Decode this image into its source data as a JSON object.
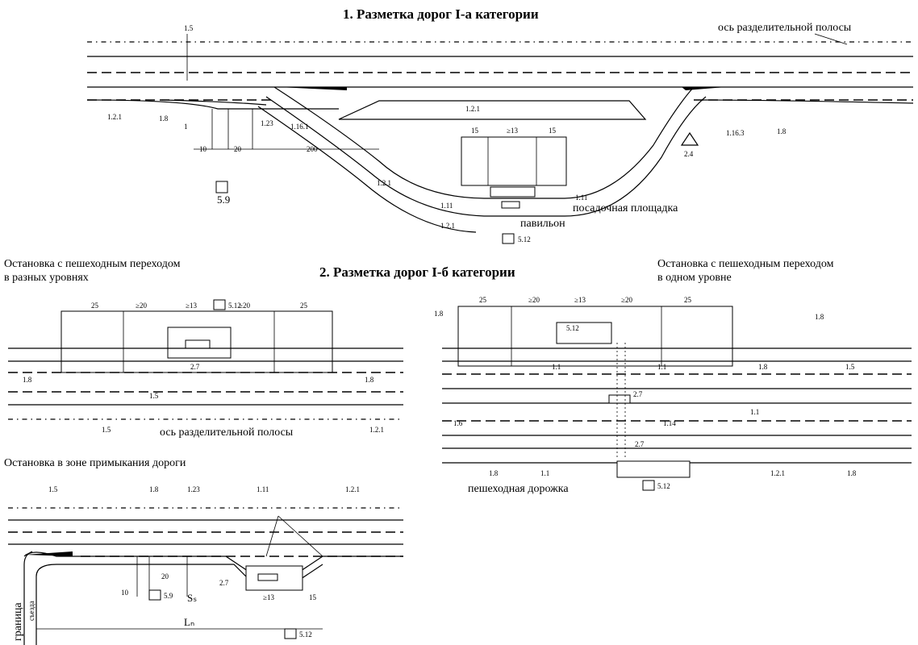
{
  "titles": {
    "main1": "1. Разметка дорог I-а категории",
    "main2": "2. Разметка дорог I-б категории",
    "sub_left": [
      "Остановка с пешеходным переходом",
      "в разных уровнях"
    ],
    "sub_right": [
      "Остановка с пешеходным переходом",
      "в одном уровне"
    ],
    "sub_bottom": "Остановка в зоне примыкания дороги"
  },
  "captions": {
    "axis_top": "ось разделительной полосы",
    "axis_mid": "ось разделительной полосы",
    "platform": "посадочная площадка",
    "pavilion": "павильон",
    "footpath": "пешеходная дорожка",
    "boundary": "граница",
    "boundary2": "съезда"
  },
  "section1": {
    "labels": [
      "1.5",
      "1.2.1",
      "1.8",
      "1",
      "1.23",
      "1.16.1",
      "1.2.1",
      "1.16.3",
      "1.8",
      "2.4",
      "5.9",
      "1.2.1",
      "1.11",
      "1.11",
      "1.2.1",
      "5.12"
    ],
    "dims": [
      "10",
      "20",
      "200",
      "15",
      "≥13",
      "15"
    ]
  },
  "section2": {
    "labels": [
      "5.12",
      "1.8",
      "1.8",
      "1.5",
      "1.5",
      "2.7",
      "1.2.1"
    ],
    "dims": [
      "25",
      "≥20",
      "≥13",
      "≥20",
      "25"
    ]
  },
  "section3": {
    "labels": [
      "1.8",
      "5.12",
      "1.8",
      "1.1",
      "1.1",
      "1.8",
      "1.5",
      "2.7",
      "1.6",
      "1.14",
      "1.1",
      "2.7",
      "1.8",
      "1.1",
      "1.2.1",
      "1.8",
      "5.12"
    ],
    "dims": [
      "25",
      "≥20",
      "≥13",
      "≥20",
      "25"
    ]
  },
  "section4": {
    "labels": [
      "1.5",
      "1.8",
      "1.23",
      "1.11",
      "1.2.1",
      "2.7",
      "5.9",
      "5.12"
    ],
    "dims": [
      "10",
      "20",
      "≥13",
      "15"
    ],
    "symbols": [
      "Sₛ",
      "Lₙ"
    ]
  }
}
